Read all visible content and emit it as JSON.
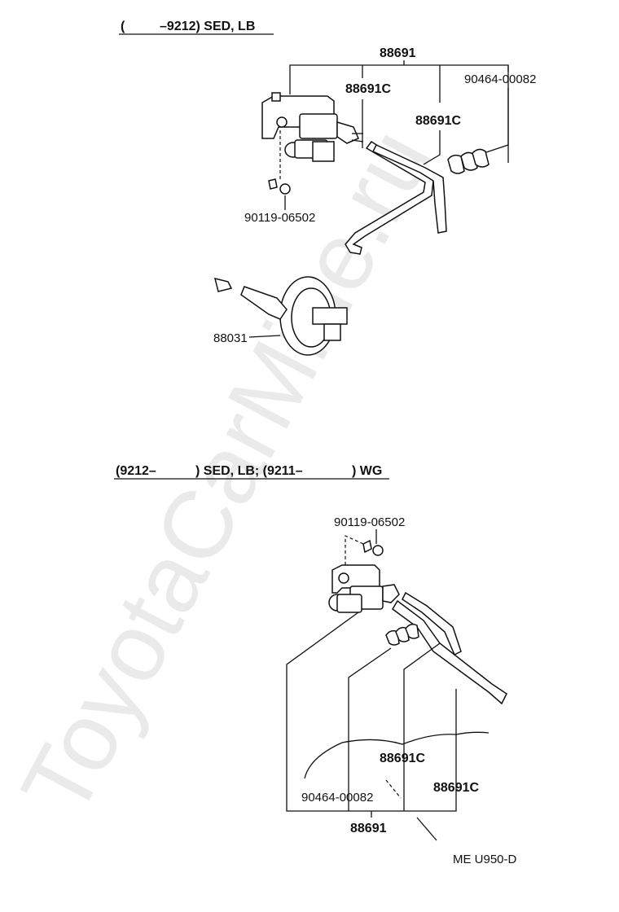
{
  "watermark": "ToyotaCarMine.ru",
  "section1": {
    "header_left": "(",
    "header_right": "–9212) SED, LB",
    "labels": {
      "assembly": "88691",
      "hose_1": "88691C",
      "hose_2": "88691C",
      "clip": "90464-00082",
      "bolt": "90119-06502",
      "actuator": "88031"
    }
  },
  "section2": {
    "header_a": "(9212–",
    "header_b": ") SED, LB; (9211–",
    "header_c": ") WG",
    "labels": {
      "bolt": "90119-06502",
      "hose_1": "88691C",
      "clip": "90464-00082",
      "hose_2": "88691C",
      "assembly": "88691"
    }
  },
  "figure_code": "ME U950-D"
}
